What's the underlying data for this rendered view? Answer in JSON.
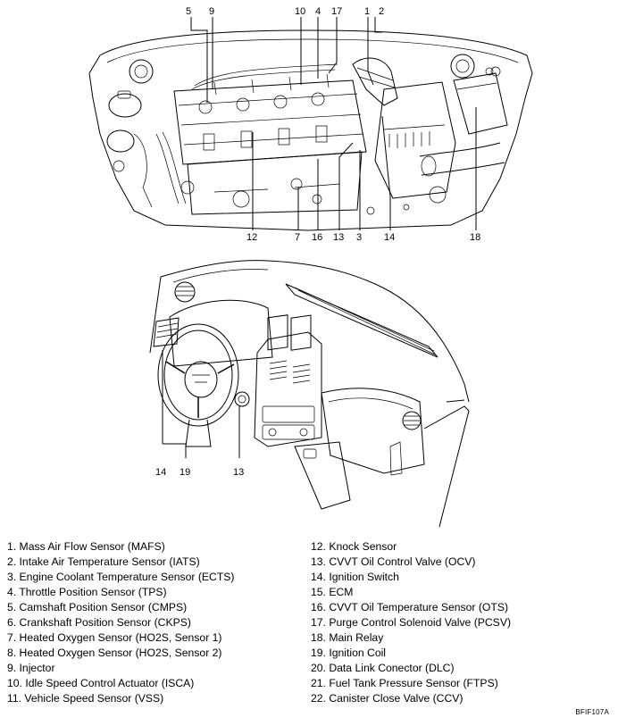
{
  "engine_callouts_top": [
    "5",
    "9",
    "10",
    "4",
    "17",
    "1",
    "2"
  ],
  "engine_callouts_bottom": [
    "12",
    "7",
    "16",
    "13",
    "3",
    "14",
    "18"
  ],
  "dash_callouts": [
    "14",
    "19",
    "13"
  ],
  "legend_left": [
    "1. Mass Air Flow Sensor (MAFS)",
    "2. Intake Air Temperature Sensor (IATS)",
    "3. Engine Coolant Temperature Sensor (ECTS)",
    "4. Throttle Position Sensor (TPS)",
    "5. Camshaft Position Sensor (CMPS)",
    "6. Crankshaft Position Sensor (CKPS)",
    "7. Heated Oxygen Sensor (HO2S, Sensor 1)",
    "8. Heated Oxygen Sensor (HO2S, Sensor 2)",
    "9. Injector",
    "10. Idle Speed Control Actuator (ISCA)",
    "11. Vehicle Speed Sensor (VSS)"
  ],
  "legend_right": [
    "12. Knock Sensor",
    "13. CVVT Oil Control Valve (OCV)",
    "14. Ignition Switch",
    "15. ECM",
    "16. CVVT Oil Temperature Sensor (OTS)",
    "17. Purge Control Solenoid Valve (PCSV)",
    "18. Main Relay",
    "19. Ignition Coil",
    "20. Data Link Conector (DLC)",
    "21. Fuel Tank Pressure Sensor (FTPS)",
    "22. Canister Close Valve (CCV)"
  ],
  "figure_code": "BFIF107A"
}
